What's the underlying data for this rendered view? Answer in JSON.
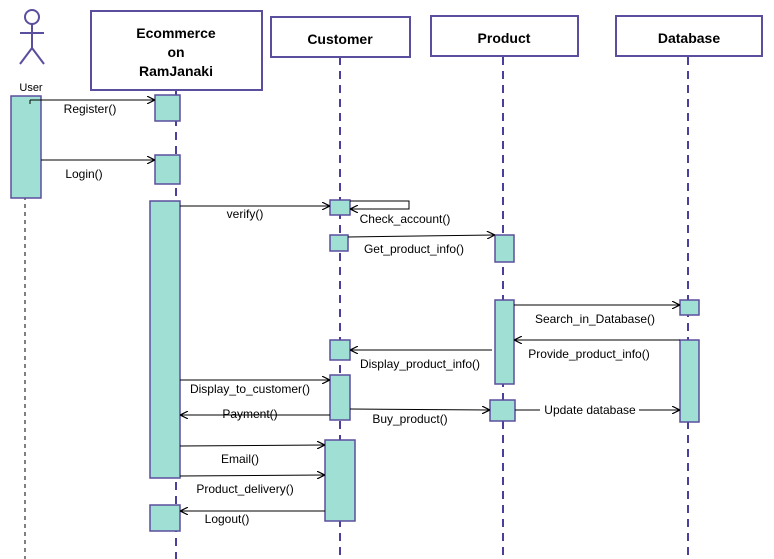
{
  "diagram": {
    "actor": {
      "label": "User"
    },
    "participants": {
      "ecommerce": {
        "lines": [
          "Ecommerce",
          "on",
          "RamJanaki"
        ]
      },
      "customer": {
        "label": "Customer"
      },
      "product": {
        "label": "Product"
      },
      "database": {
        "label": "Database"
      }
    },
    "messages": {
      "register": "Register()",
      "login": "Login()",
      "verify": "verify()",
      "check_account": "Check_account()",
      "get_product_info": "Get_product_info()",
      "search_in_database": "Search_in_Database()",
      "provide_product_info": "Provide_product_info()",
      "display_product_info": "Display_product_info()",
      "display_to_customer": "Display_to_customer()",
      "payment": "Payment()",
      "buy_product": "Buy_product()",
      "update_database": "Update database",
      "email": "Email()",
      "product_delivery": "Product_delivery()",
      "logout": "Logout()"
    },
    "colors": {
      "header_border": "#5a4f9e",
      "activation_fill": "#a0e0d4",
      "lifeline": "#4a3f9a",
      "arrow": "#000000"
    }
  }
}
